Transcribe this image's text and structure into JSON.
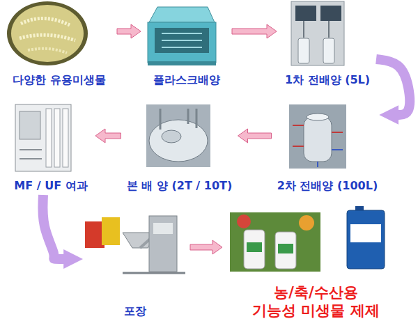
{
  "diagram": {
    "nodes": [
      {
        "text": [
          "다양한 유용미생물"
        ]
      },
      {
        "text": [
          "플라스크배양"
        ]
      },
      {
        "text": [
          "1차 전배양 (5L)"
        ]
      },
      {
        "text": [
          "2차 전배양 (100L)"
        ]
      },
      {
        "text": [
          "본 배 양 (2T / 10T)"
        ]
      },
      {
        "text": [
          "MF / UF 여과"
        ]
      },
      {
        "text": [
          "포장"
        ]
      },
      {
        "text": [
          "농/축/수산용 기능성 미생물 제제"
        ]
      }
    ],
    "edges": [
      {
        "from": 0,
        "to": 1,
        "arrow": "to"
      },
      {
        "from": 1,
        "to": 2,
        "arrow": "to"
      },
      {
        "from": 2,
        "to": 3,
        "arrow": "to"
      },
      {
        "from": 3,
        "to": 4,
        "arrow": "to"
      },
      {
        "from": 4,
        "to": 5,
        "arrow": "to"
      },
      {
        "from": 5,
        "to": 6,
        "arrow": "to"
      },
      {
        "from": 6,
        "to": 7,
        "arrow": "to"
      }
    ]
  }
}
